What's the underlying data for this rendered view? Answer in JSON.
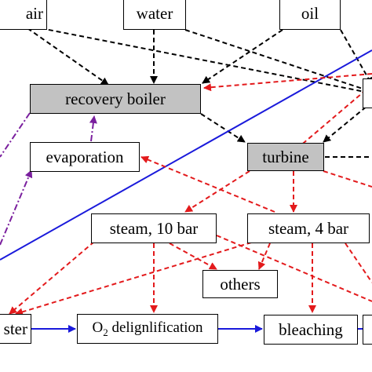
{
  "nodes": {
    "air": "air",
    "water": "water",
    "oil": "oil",
    "recovery_boiler": "recovery boiler",
    "evaporation": "evaporation",
    "turbine": "turbine",
    "steam_10bar": "steam, 10 bar",
    "steam_4bar": "steam, 4 bar",
    "others": "others",
    "washer": "ster",
    "o2_delign_prefix": "O",
    "o2_delign_sub": "2",
    "o2_delign_suffix": " delignlification",
    "bleaching": "bleaching"
  },
  "colors": {
    "black_dashed": "#000000",
    "red_dashed": "#e31a1c",
    "blue_solid": "#1a1adb",
    "purple_dashdot": "#7a1f9e",
    "node_gray": "#c2c2c2"
  }
}
